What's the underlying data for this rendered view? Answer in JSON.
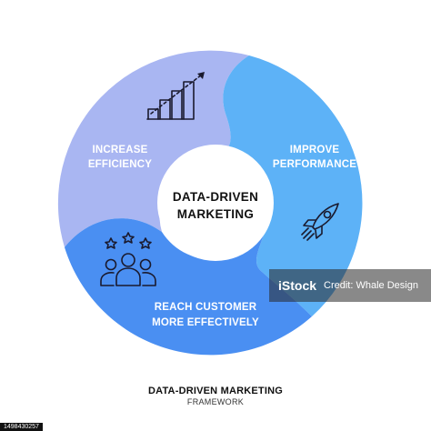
{
  "center": {
    "line1": "DATA-DRIVEN",
    "line2": "MARKETING"
  },
  "segments": [
    {
      "id": "increase-efficiency",
      "line1": "INCREASE",
      "line2": "EFFICIENCY",
      "icon": "growth-chart-icon",
      "color": "#a9b6f2"
    },
    {
      "id": "improve-performance",
      "line1": "IMPROVE",
      "line2": "PERFORMANCE",
      "icon": "rocket-icon",
      "color": "#5db2f7"
    },
    {
      "id": "reach-customer",
      "line1": "REACH CUSTOMER",
      "line2": "MORE EFFECTIVELY",
      "icon": "customer-stars-icon",
      "color": "#4a8ff2"
    }
  ],
  "footer": {
    "title": "DATA-DRIVEN MARKETING",
    "subtitle": "FRAMEWORK"
  },
  "watermark": {
    "logo": "iStock",
    "credit": "Credit: Whale Design"
  },
  "image_id": "1498430257"
}
